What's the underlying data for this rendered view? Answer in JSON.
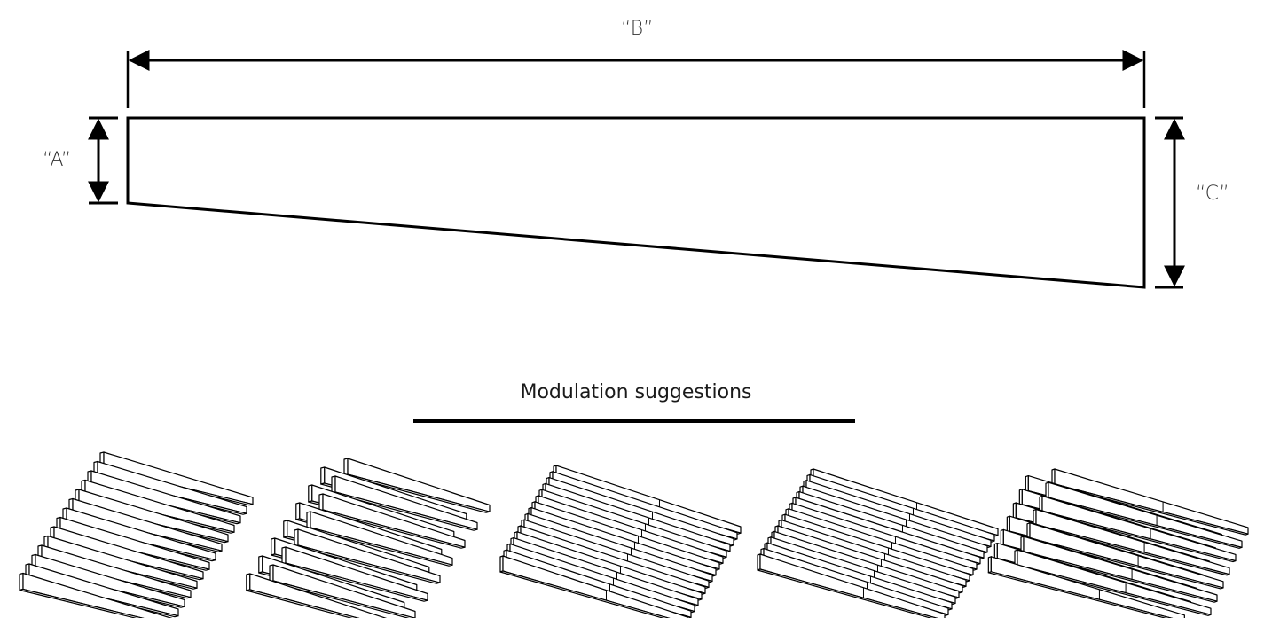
{
  "dimensions": {
    "b_label": "“B”",
    "a_label": "“A”",
    "c_label": "“C”"
  },
  "section": {
    "title": "Modulation suggestions"
  },
  "modules": [
    {
      "pattern": "aligned-stack",
      "slats": 14
    },
    {
      "pattern": "alternating-stack",
      "slats": 14
    },
    {
      "pattern": "two-section-flat",
      "slats": 16
    },
    {
      "pattern": "two-section-offset",
      "slats": 16
    },
    {
      "pattern": "two-section-alternating",
      "slats": 14
    }
  ],
  "colors": {
    "stroke": "#000000",
    "fill": "#ffffff"
  }
}
